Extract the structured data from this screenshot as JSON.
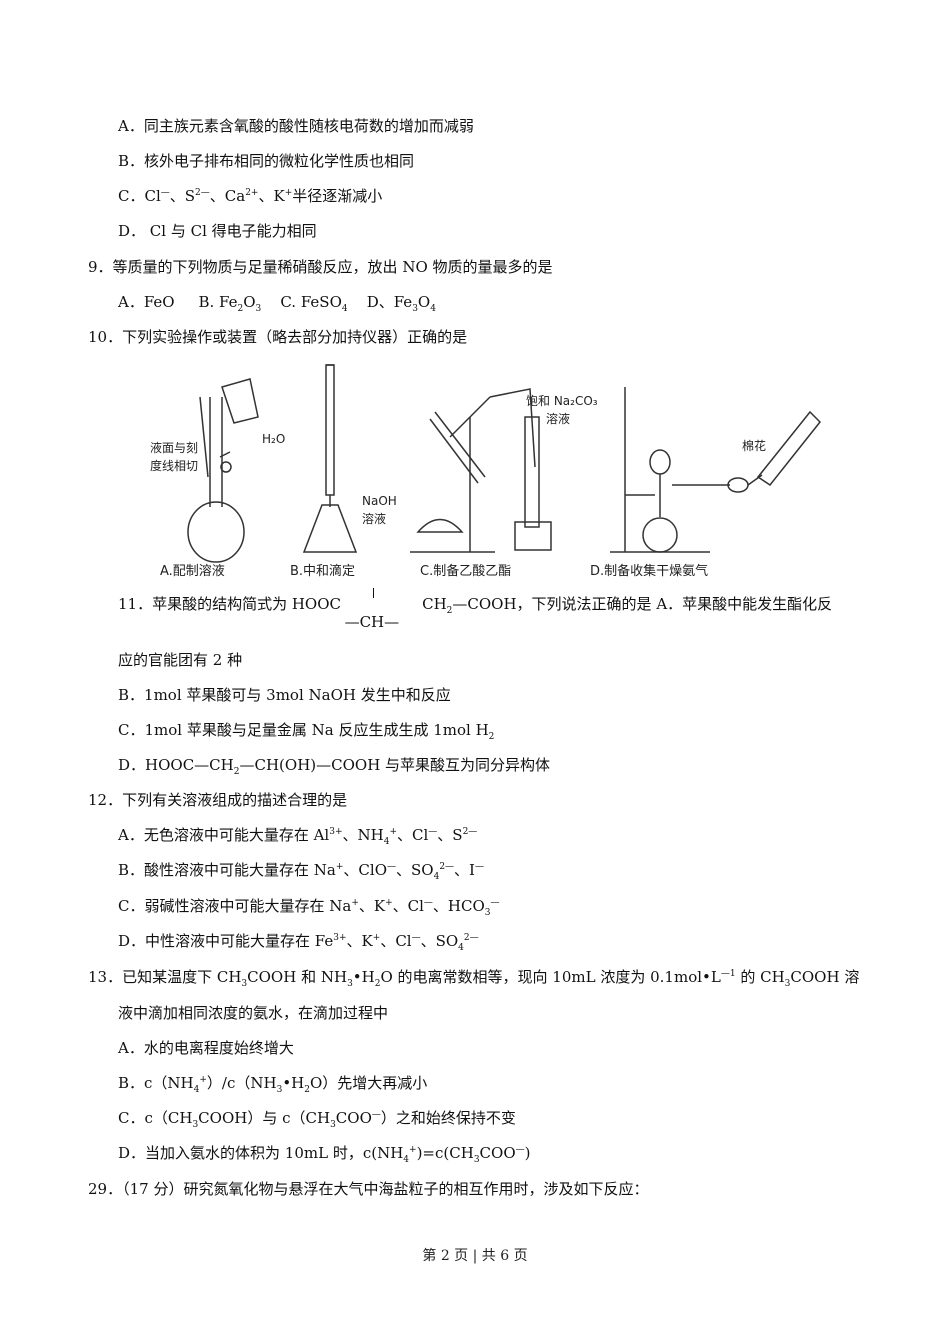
{
  "q8_options": {
    "A": "A．同主族元素含氧酸的酸性随核电荷数的增加而减弱",
    "B": "B．核外电子排布相同的微粒化学性质也相同",
    "C_prefix": "C．Cl",
    "C_1": "、S",
    "C_2": "、Ca",
    "C_3": "、K",
    "C_suffix": "半径逐渐减小",
    "D": "D． Cl 与 Cl 得电子能力相同"
  },
  "q9": {
    "stem": "9．等质量的下列物质与足量稀硝酸反应，放出 NO 物质的量最多的是",
    "opt_A": "A．FeO",
    "opt_B": "B. Fe",
    "opt_C": "C. FeSO",
    "opt_D": "D、Fe"
  },
  "q10": {
    "stem": "10．下列实验操作或装置（略去部分加持仪器）正确的是",
    "figure": {
      "label_liquid": [
        "液面与刻",
        "度线相切"
      ],
      "label_h2o": "H₂O",
      "label_naoh": [
        "NaOH",
        "溶液"
      ],
      "label_na2co3": [
        "饱和 Na₂CO₃",
        "溶液"
      ],
      "label_cotton": "棉花",
      "cap_A": "A.配制溶液",
      "cap_B": "B.中和滴定",
      "cap_C": "C.制备乙酸乙酯",
      "cap_D": "D.制备收集干燥氨气"
    }
  },
  "q11": {
    "stem_a": "11．苹果酸的结构简式为 HOOC",
    "stem_ch": "—CH—",
    "stem_b": "CH",
    "stem_c": "—COOH，下列说法正确的是 A．苹果酸中能发生酯化反",
    "stem_cont": "应的官能团有 2 种",
    "B": "B．1mol 苹果酸可与 3mol NaOH 发生中和反应",
    "C": "C．1mol 苹果酸与足量金属 Na 反应生成生成 1mol H",
    "D_a": "D．HOOC—CH",
    "D_b": "—CH(OH)—COOH 与苹果酸互为同分异构体"
  },
  "q12": {
    "stem": "12．下列有关溶液组成的描述合理的是",
    "A": "A．无色溶液中可能大量存在 Al",
    "B": "B．酸性溶液中可能大量存在 Na",
    "C": "C．弱碱性溶液中可能大量存在 Na",
    "D": "D．中性溶液中可能大量存在 Fe"
  },
  "q13": {
    "stem_a": "13．已知某温度下 CH",
    "stem_b": "COOH 和 NH",
    "stem_c": "•H",
    "stem_d": "O 的电离常数相等，现向 10mL 浓度为 0.1mol•L",
    "stem_e": " 的 CH",
    "stem_f": "COOH 溶",
    "stem_cont": "液中滴加相同浓度的氨水，在滴加过程中",
    "A": "A．水的电离程度始终增大",
    "B": "B．c（NH",
    "C": "C．c（CH",
    "D": "D．当加入氨水的体积为 10mL 时，c(NH"
  },
  "q29": {
    "stem": "29．（17 分）研究氮氧化物与悬浮在大气中海盐粒子的相互作用时，涉及如下反应："
  },
  "footer": "第 2 页 | 共 6 页"
}
